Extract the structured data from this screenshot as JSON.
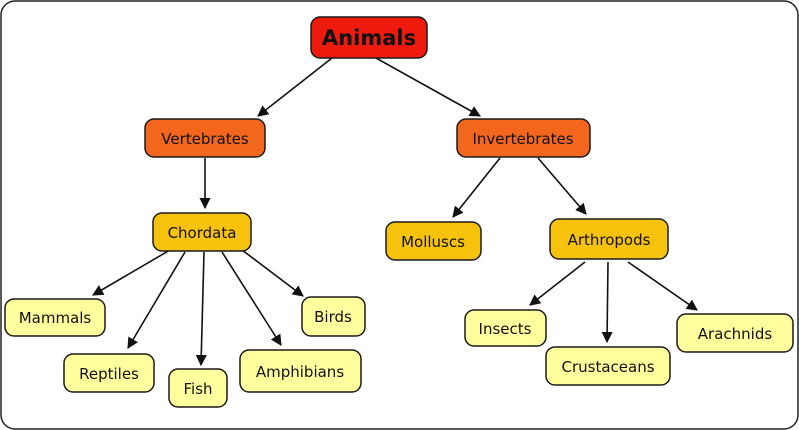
{
  "diagram": {
    "colors": {
      "root": "#ee1a0e",
      "level1": "#f2661e",
      "level2": "#f7c20c",
      "leaf": "#ffff9e",
      "border": "#1a1a1a",
      "arrow": "#111111"
    },
    "nodes": {
      "animals": "Animals",
      "vertebrates": "Vertebrates",
      "invertebrates": "Invertebrates",
      "chordata": "Chordata",
      "molluscs": "Molluscs",
      "arthropods": "Arthropods",
      "mammals": "Mammals",
      "reptiles": "Reptiles",
      "fish": "Fish",
      "amphibians": "Amphibians",
      "birds": "Birds",
      "insects": "Insects",
      "crustaceans": "Crustaceans",
      "arachnids": "Arachnids"
    }
  }
}
